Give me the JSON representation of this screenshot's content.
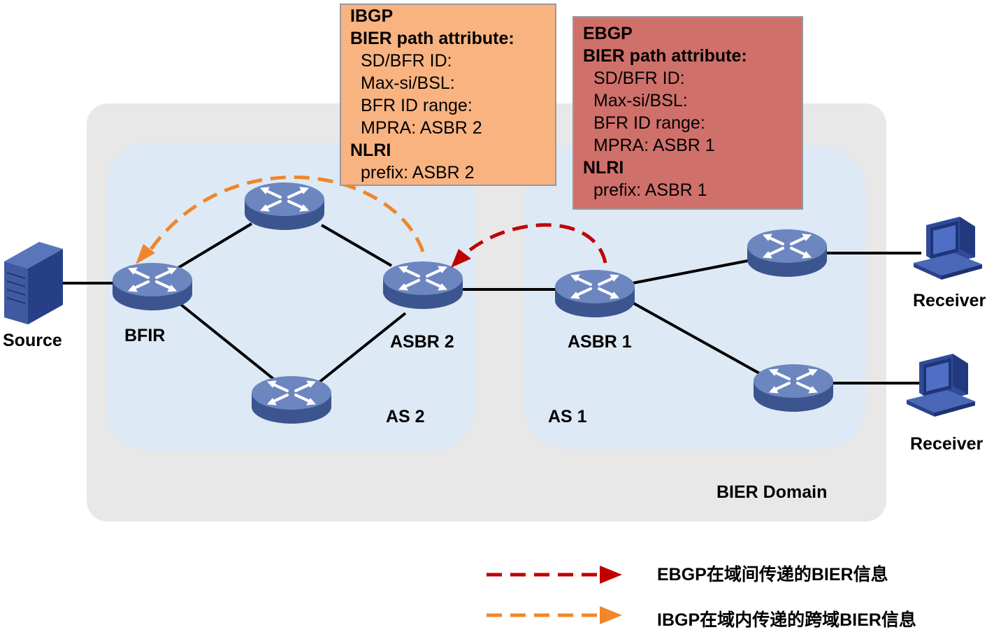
{
  "labels": {
    "source": "Source",
    "bfir": "BFIR",
    "asbr2": "ASBR 2",
    "asbr1": "ASBR 1",
    "as2": "AS 2",
    "as1": "AS 1",
    "receiver_top": "Receiver",
    "receiver_bottom": "Receiver",
    "domain": "BIER Domain"
  },
  "ibgp_box": {
    "title": "IBGP",
    "attr_heading": "BIER path attribute:",
    "sd_bfr": "SD/BFR ID:",
    "max_si": "Max-si/BSL:",
    "bfr_range": "BFR ID range:",
    "mpra": "MPRA: ASBR 2",
    "nlri": "NLRI",
    "prefix": "prefix:  ASBR 2",
    "fill": "#f8b381"
  },
  "ebgp_box": {
    "title": "EBGP",
    "attr_heading": "BIER path attribute:",
    "sd_bfr": "SD/BFR ID:",
    "max_si": "Max-si/BSL:",
    "bfr_range": "BFR ID range:",
    "mpra": "MPRA: ASBR 1",
    "nlri": "NLRI",
    "prefix": "prefix:  ASBR 1",
    "fill": "#d0706a"
  },
  "legend": {
    "ebgp": "EBGP在域间传递的BIER信息",
    "ibgp": "IBGP在域内传递的跨域BIER信息"
  },
  "colors": {
    "ebgp_arrow": "#c00000",
    "ibgp_arrow": "#f0862a",
    "domain_bg": "#e8e8e8",
    "as_bg": "#dde9f5",
    "router": "#5a74b0"
  }
}
